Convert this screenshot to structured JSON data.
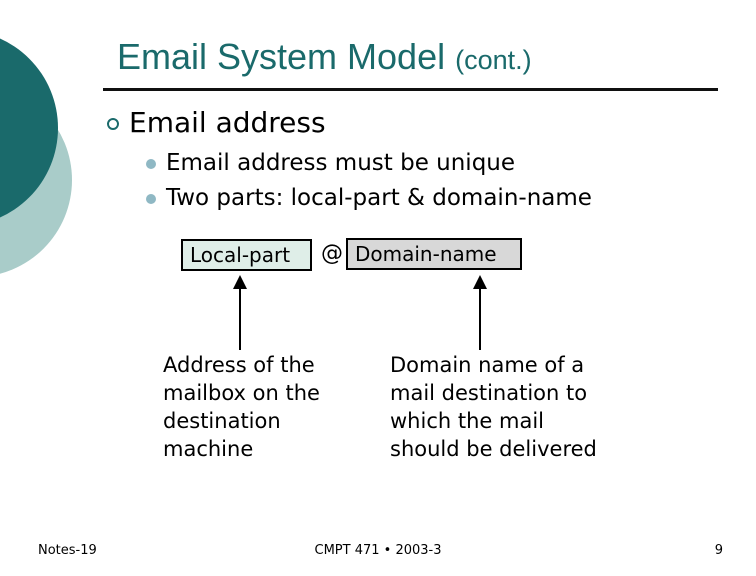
{
  "slide": {
    "title": {
      "main": "Email System Model ",
      "suffix": "(cont.)"
    },
    "bullets": {
      "heading": "Email address",
      "items": [
        "Email address must be unique",
        "Two parts: local-part & domain-name"
      ]
    },
    "diagram": {
      "local_part_label": "Local-part",
      "at_symbol": "@",
      "domain_name_label": "Domain-name",
      "local_annotation_lines": [
        "Address of the",
        "mailbox on the",
        "destination",
        "machine"
      ],
      "domain_annotation_lines": [
        "Domain name of a",
        "mail destination to",
        "which the mail",
        "should be delivered"
      ]
    },
    "footer": {
      "left": "Notes-19",
      "center": "CMPT 471 • 2003-3",
      "page_number": "9"
    },
    "colors": {
      "accent_teal": "#1A6A6B",
      "light_teal": "#A9CCC9",
      "bullet_dot": "#8FB8C4",
      "local_box_bg": "#DFEEE8",
      "domain_box_bg": "#D8D8D8"
    }
  }
}
